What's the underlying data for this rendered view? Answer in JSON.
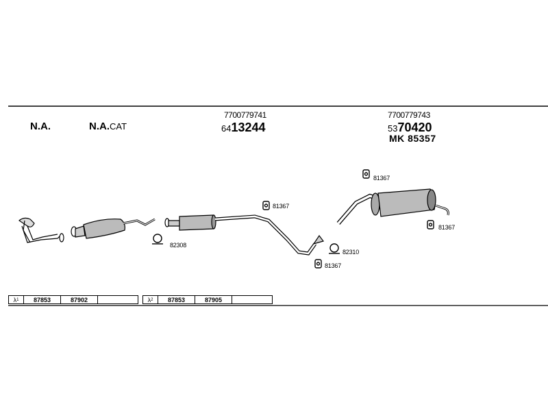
{
  "headers": {
    "na": "N.A.",
    "na_cat_prefix": "N.A.",
    "na_cat_suffix": "CAT"
  },
  "front_pipe": {
    "oem_number": "7700779741",
    "catalog_prefix": "64",
    "catalog_main": "13244"
  },
  "rear_silencer": {
    "oem_number": "7700779743",
    "catalog_prefix": "53",
    "catalog_main": "70420",
    "mk_label": "MK",
    "mk_number": "85357"
  },
  "part_labels": {
    "rubber_mount_mid": "81367",
    "clamp_1": "82308",
    "clamp_2": "82310",
    "rubber_mount_low": "81367",
    "rubber_mount_top": "81367",
    "rubber_mount_rear": "81367"
  },
  "tables": [
    {
      "symbol": "λ",
      "superscript": "1",
      "cells": [
        "87853",
        "87902",
        ""
      ]
    },
    {
      "symbol": "λ",
      "superscript": "2",
      "cells": [
        "87853",
        "87905",
        ""
      ]
    }
  ]
}
